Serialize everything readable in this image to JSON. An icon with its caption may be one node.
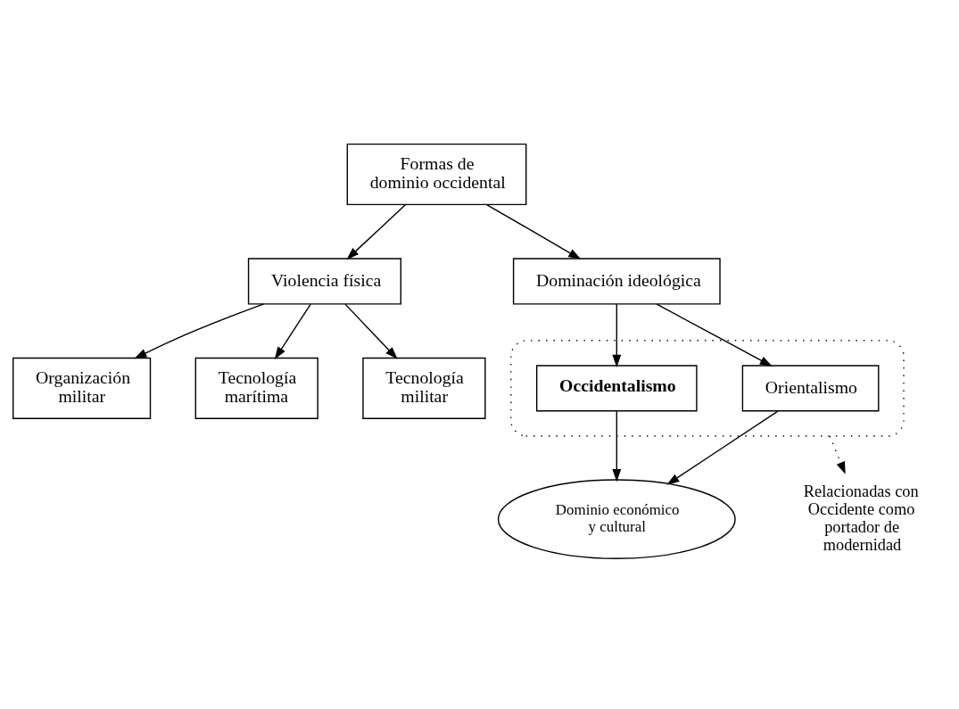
{
  "diagram": {
    "nodes": [
      {
        "text": [
          "Formas de dominio occidental"
        ]
      },
      {
        "text": [
          "Violencia física"
        ]
      },
      {
        "text": [
          "Dominación ideológica"
        ]
      },
      {
        "text": [],
        "shape": "ellipse"
      },
      {
        "text": [
          "Orientalismo"
        ],
        "in": 3
      },
      {
        "text": [
          "Occidentalismo"
        ],
        "in": 3
      },
      {
        "text": [
          "Organización militar"
        ]
      },
      {
        "text": [
          "Tecnología marítima"
        ]
      },
      {
        "text": [
          "Tecnología militar"
        ]
      },
      {
        "text": [
          "Dominio económico y cultural"
        ]
      },
      {
        "text": [
          "Relacionadas con Occidente como portador de modernidad"
        ]
      }
    ],
    "edges": [
      {
        "from": 0,
        "to": 1,
        "arrow": "to"
      },
      {
        "from": 0,
        "to": 2,
        "arrow": "to"
      },
      {
        "from": 1,
        "to": 6,
        "arrow": "to"
      },
      {
        "from": 1,
        "to": 7,
        "arrow": "to"
      },
      {
        "from": 1,
        "to": 8,
        "arrow": "to"
      },
      {
        "from": 2,
        "to": 4,
        "arrow": "to"
      },
      {
        "from": 2,
        "to": 5,
        "arrow": "to"
      },
      {
        "from": 4,
        "to": 9,
        "arrow": "to"
      },
      {
        "from": 5,
        "to": 9,
        "arrow": "to"
      },
      {
        "from": 3,
        "to": 10,
        "arrow": "to",
        "style": "dashed"
      }
    ]
  }
}
